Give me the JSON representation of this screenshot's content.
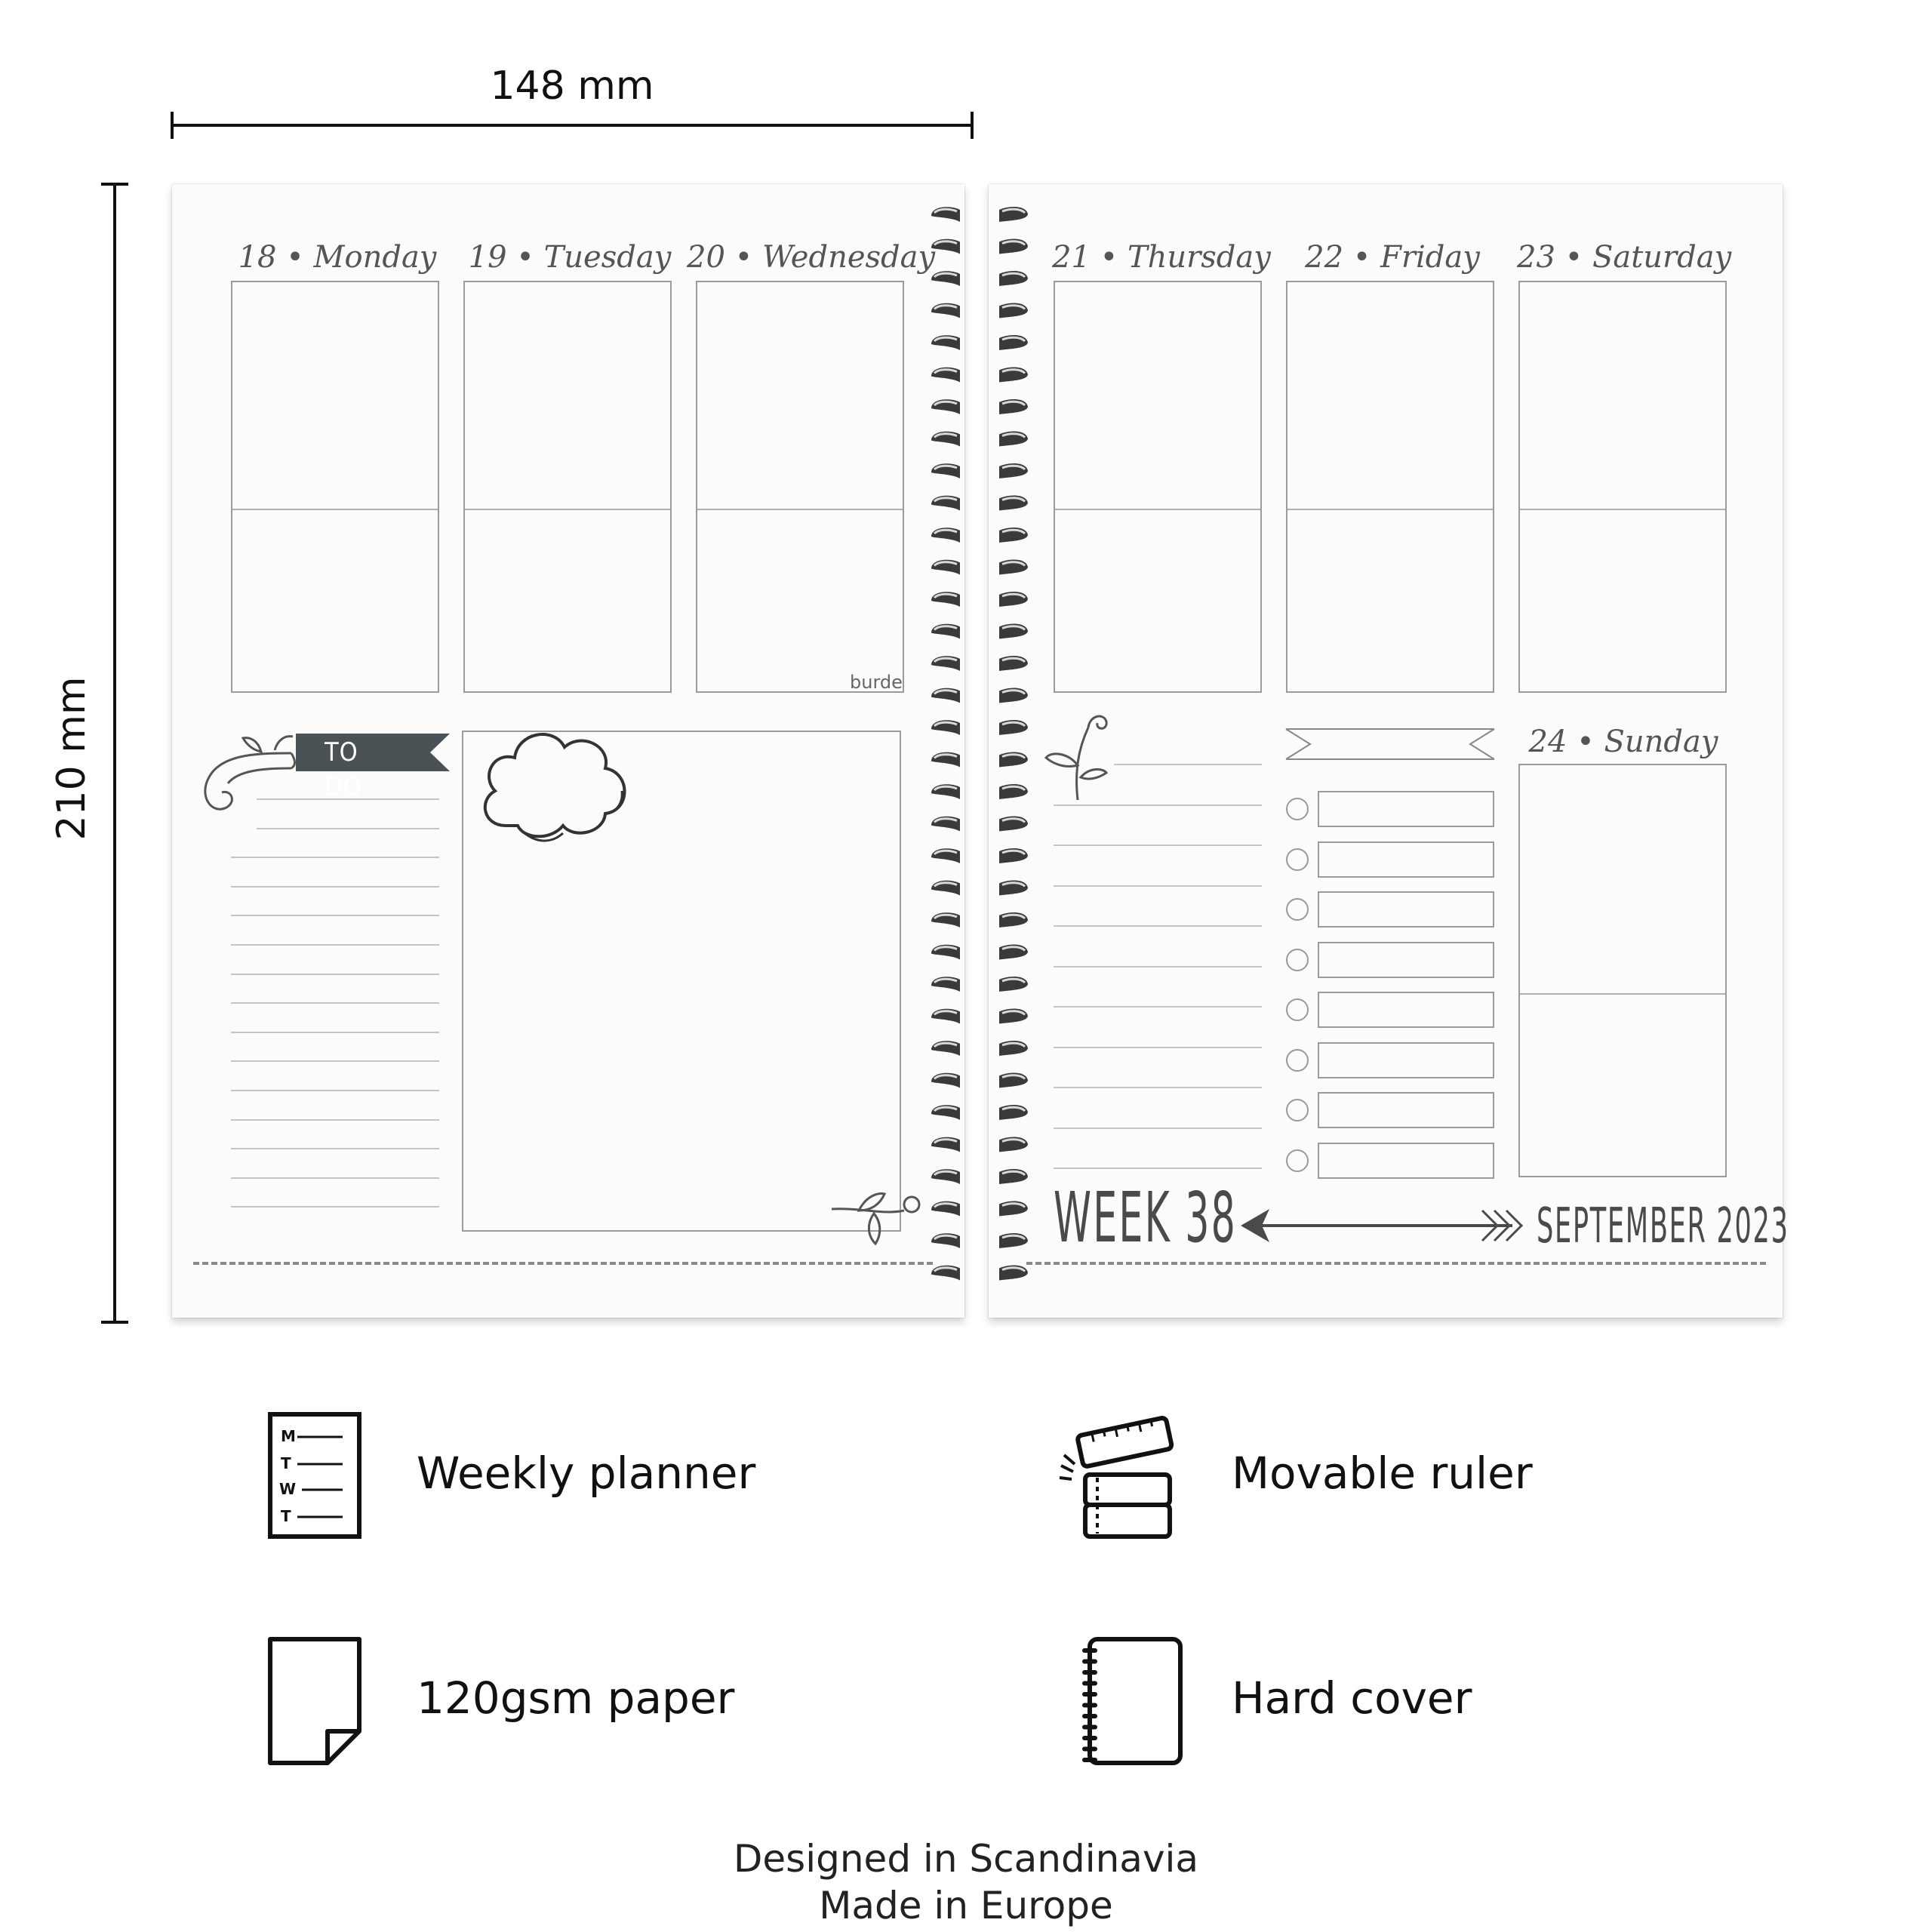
{
  "dimensions": {
    "width_label": "148 mm",
    "height_label": "210 mm"
  },
  "planner": {
    "days": [
      {
        "num": "18",
        "name": "Monday"
      },
      {
        "num": "19",
        "name": "Tuesday"
      },
      {
        "num": "20",
        "name": "Wednesday"
      },
      {
        "num": "21",
        "name": "Thursday"
      },
      {
        "num": "22",
        "name": "Friday"
      },
      {
        "num": "23",
        "name": "Saturday"
      },
      {
        "num": "24",
        "name": "Sunday"
      }
    ],
    "separator": "•",
    "todo_label": "TO DO",
    "brand": "burde",
    "week_label": "WEEK 38",
    "month_label": "SEPTEMBER 2023"
  },
  "features": [
    {
      "icon": "weekly-list-icon",
      "label": "Weekly planner"
    },
    {
      "icon": "ruler-icon",
      "label": "Movable ruler"
    },
    {
      "icon": "paper-sheet-icon",
      "label": "120gsm paper"
    },
    {
      "icon": "spiral-notebook-icon",
      "label": "Hard cover"
    }
  ],
  "weekly_icon_letters": [
    "M",
    "T",
    "W",
    "T"
  ],
  "footer": {
    "line1": "Designed in Scandinavia",
    "line2": "Made in Europe"
  },
  "colors": {
    "ink": "#111111",
    "banner": "#4b5256",
    "page": "#fbfbfa",
    "rule": "#9a9a9a"
  }
}
